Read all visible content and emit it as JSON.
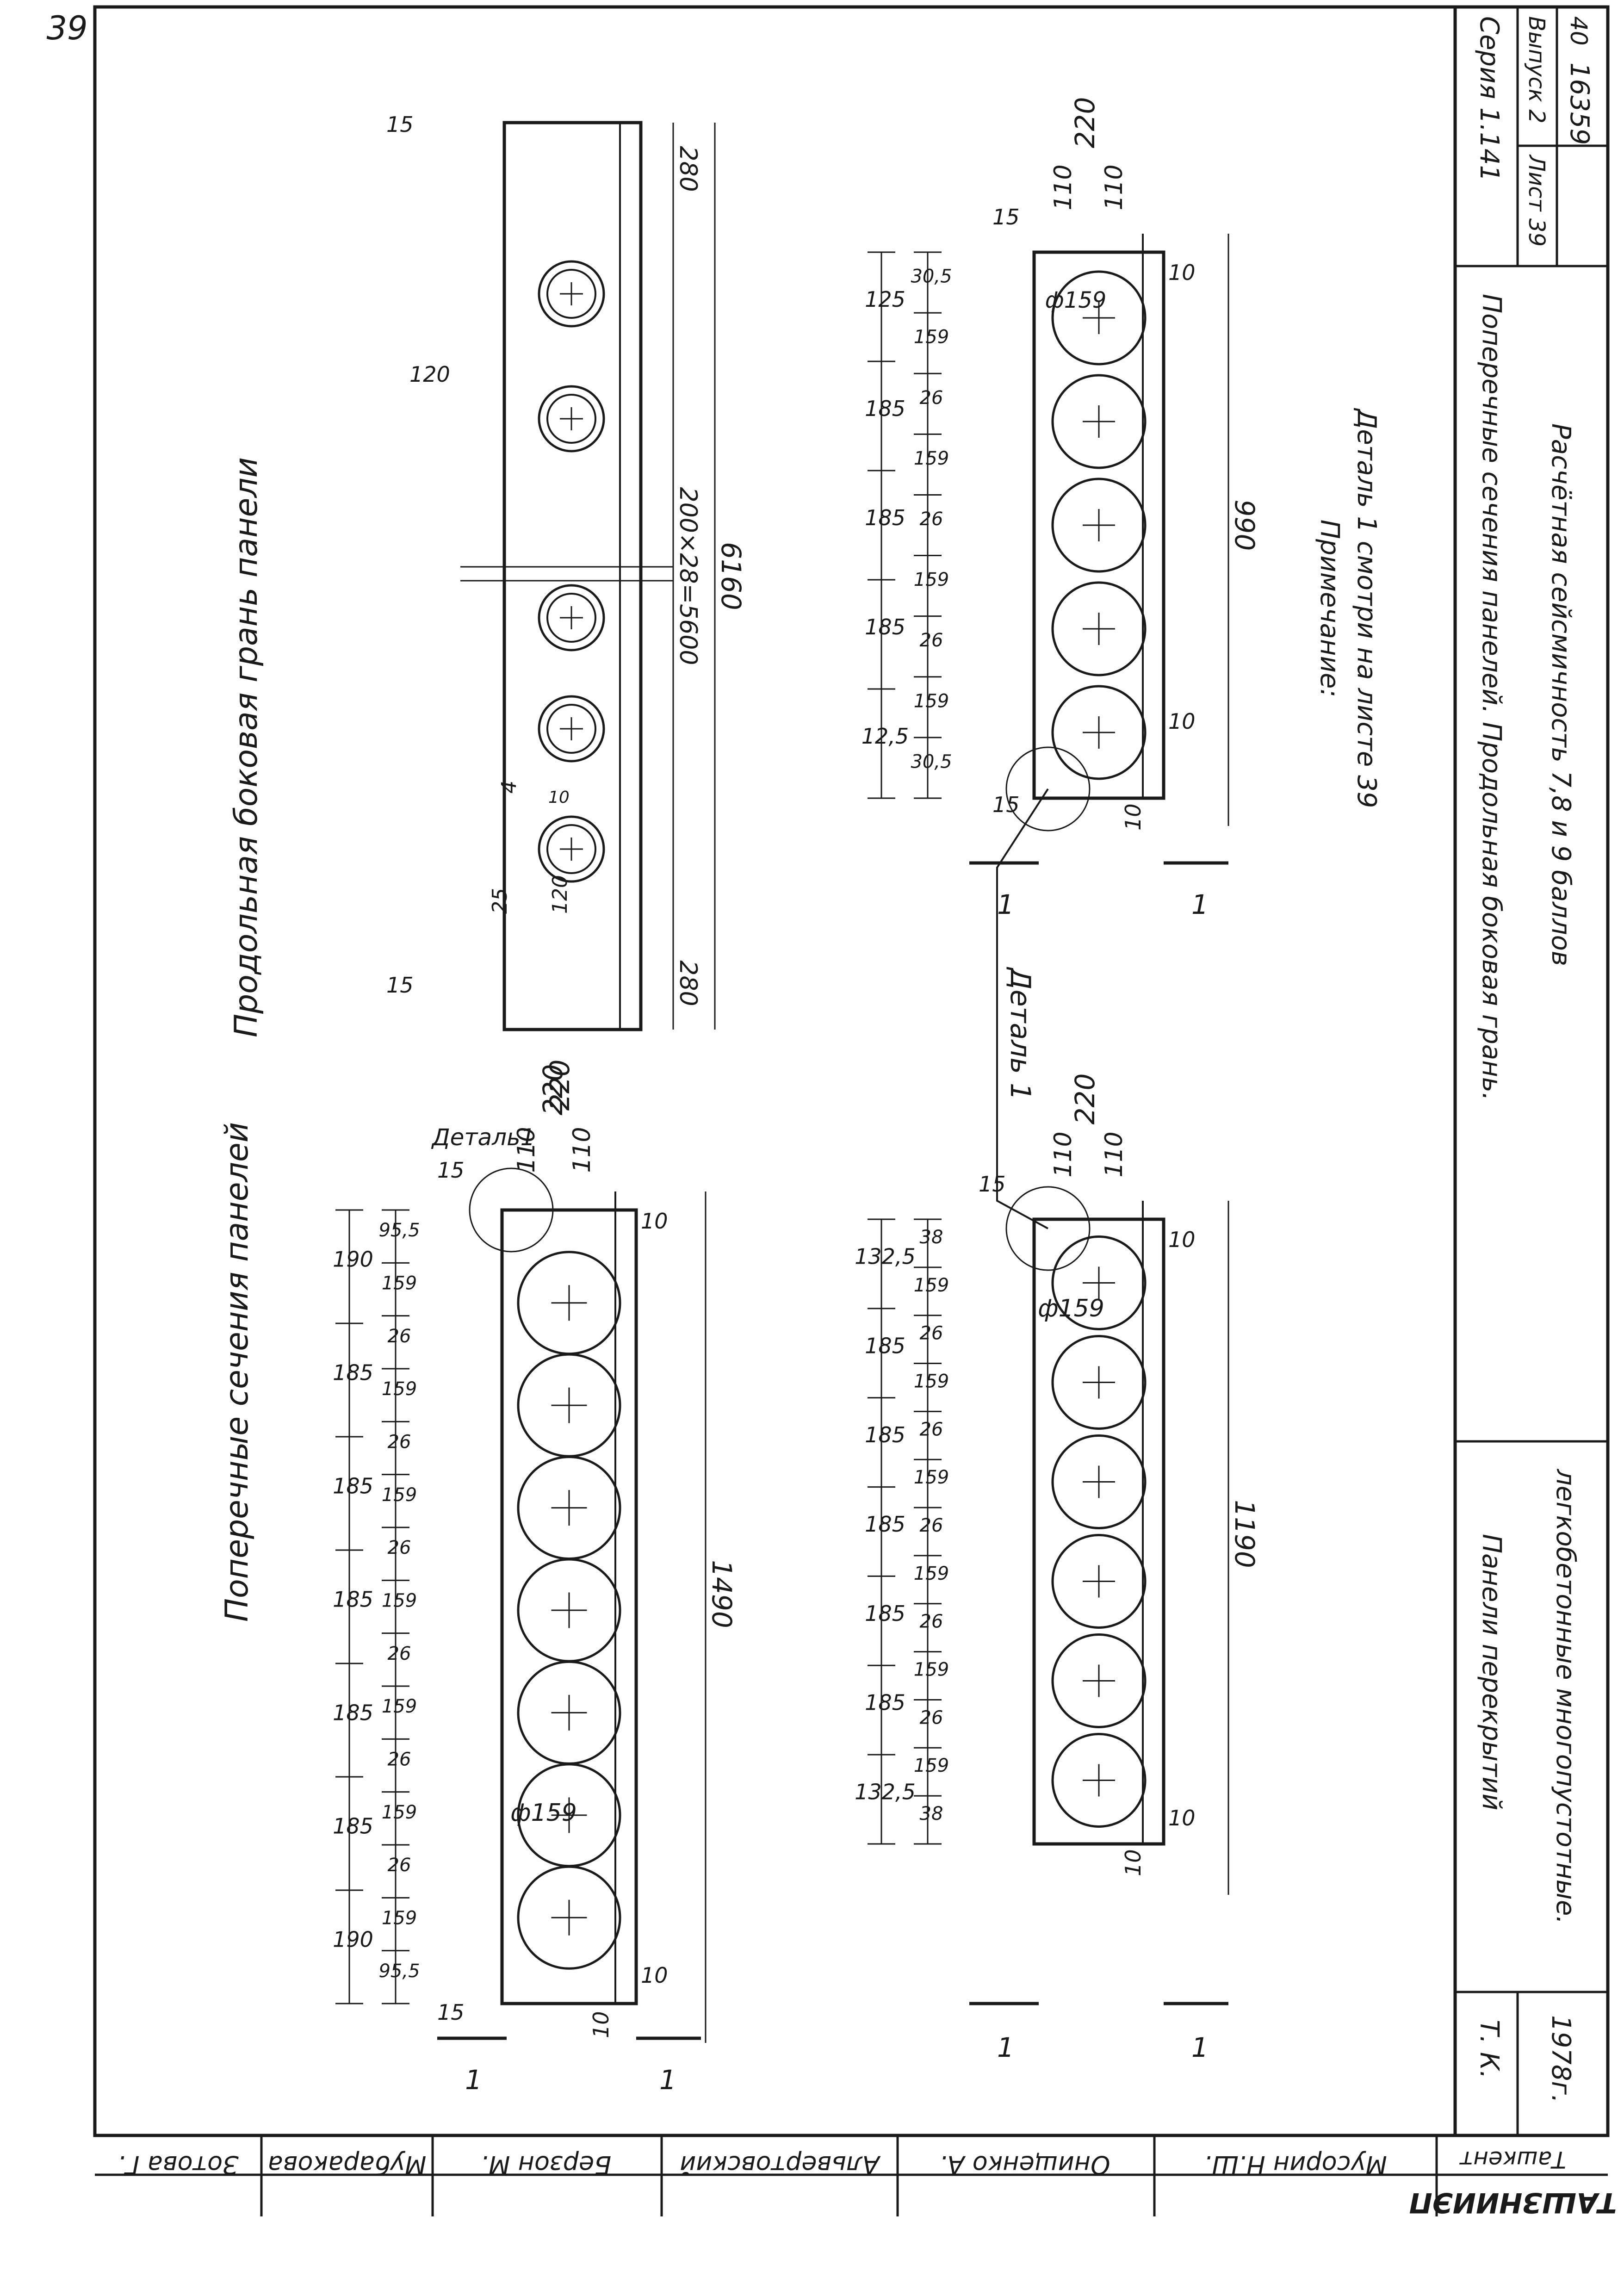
{
  "page": {
    "sheet_number": "39"
  },
  "sections": {
    "cross": {
      "title": "Поперечные   сечения   панелей"
    },
    "longitudinal": {
      "title": "Продольная   боковая   грань   панели"
    }
  },
  "panel_1490": {
    "overall_width": "1490",
    "height": "220",
    "half_height_top": "110",
    "half_height_bottom": "110",
    "edge_15_top": "15",
    "edge_15_bottom": "15",
    "edge_10_top": "10",
    "edge_10_bottom": "10",
    "edge_10_corner": "10",
    "hole_diameter": "ф159",
    "detail_label": "Деталь1",
    "row_outer": [
      "190",
      "185",
      "185",
      "185",
      "185",
      "185",
      "190"
    ],
    "row_inner": [
      "95,5",
      "159",
      "26",
      "159",
      "26",
      "159",
      "26",
      "159",
      "26",
      "159",
      "26",
      "159",
      "26",
      "159",
      "95,5"
    ],
    "section_mark_top": "1",
    "section_mark_bottom": "1"
  },
  "panel_1190": {
    "overall_width": "1190",
    "height": "220",
    "half_height_top": "110",
    "half_height_bottom": "110",
    "edge_15": "15",
    "edge_10_top": "10",
    "edge_10_bottom": "10",
    "edge_10_corner": "10",
    "hole_diameter": "ф159",
    "row_outer": [
      "132,5",
      "185",
      "185",
      "185",
      "185",
      "185",
      "132,5"
    ],
    "row_inner": [
      "38",
      "159",
      "26",
      "159",
      "26",
      "159",
      "26",
      "159",
      "26",
      "159",
      "26",
      "159",
      "38"
    ],
    "section_mark_top": "1",
    "section_mark_bottom": "1"
  },
  "panel_990": {
    "overall_width": "990",
    "height": "220",
    "half_height_top": "110",
    "half_height_bottom": "110",
    "edge_15_top": "15",
    "edge_15_bottom": "15",
    "edge_10_top": "10",
    "edge_10_bottom": "10",
    "edge_10_corner": "10",
    "hole_diameter": "ф159",
    "row_outer": [
      "125",
      "185",
      "185",
      "185",
      "12,5"
    ],
    "row_inner": [
      "30,5",
      "159",
      "26",
      "159",
      "26",
      "159",
      "26",
      "159",
      "30,5"
    ],
    "section_mark_top": "1",
    "section_mark_bottom": "1"
  },
  "longitudinal_face": {
    "height": "220",
    "total_length": "6160",
    "middle_span": "200×28=5600",
    "end_left": "280",
    "end_right": "280",
    "edge_left": "15",
    "edge_right": "15",
    "hole_spacing": "120",
    "hole_offset": "25",
    "hole_pitch": "120",
    "hole_gap": "4",
    "hole_gap_b": "10"
  },
  "detail": {
    "label": "Деталь 1"
  },
  "note": {
    "heading": "Примечание:",
    "text": "Деталь 1 смотри на листе 39"
  },
  "title_block": {
    "org_left": "Т. К.",
    "year": "1978г.",
    "product_line1": "Панели перекрытий",
    "product_line2": "легкобетонные многопустотные.",
    "sheet_title_line1": "Поперечные сечения панелей. Продольная боковая грань.",
    "sheet_title_line2": "Расчётная   сейсмичность   7,8 и 9 баллов",
    "series": "Серия 1.141",
    "issue": "Выпуск 2",
    "sheet_label": "Лист 39",
    "inventory": "16359",
    "sheet_count": "40"
  },
  "signatures": {
    "institute": "ТАШЗНИИЭП",
    "city": "Ташкент",
    "names": [
      "Мусорин Н.Ш.",
      "Онищенко А.",
      "Альвертовский",
      "Берзон М.",
      "Мубаракова",
      "Зотова Г."
    ]
  }
}
